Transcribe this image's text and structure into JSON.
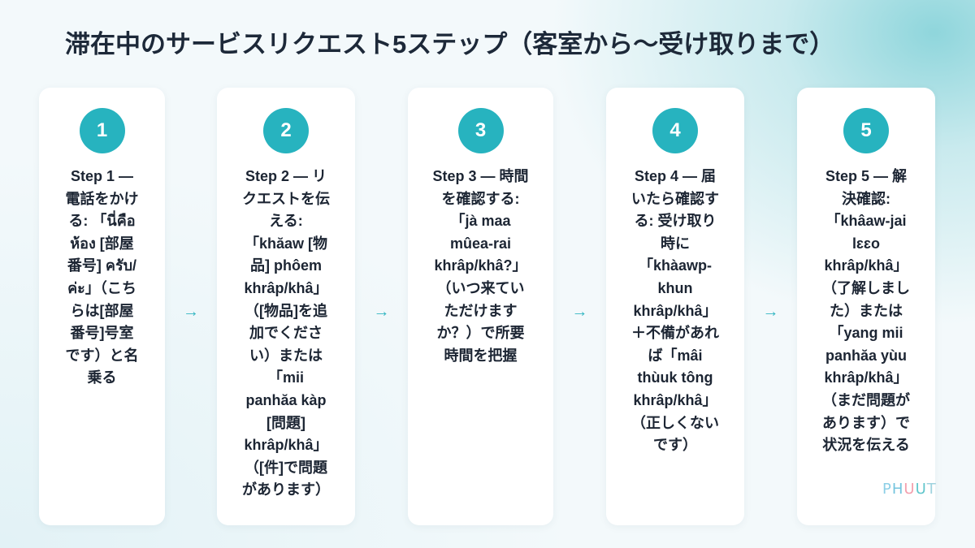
{
  "title": "滞在中のサービスリクエスト5ステップ（客室から〜受け取りまで）",
  "colors": {
    "accent": "#27b3bf",
    "accent_light": "#33b6c2",
    "title_text": "#1d2939",
    "body_text": "#1c2533",
    "card": "#ffffff"
  },
  "connector_symbol": "→",
  "steps": [
    {
      "number": "1",
      "text": "Step 1 — 電話をかける: 「นี่คือห้อง [部屋番号] ครับ/ค่ะ」（こちらは[部屋番号]号室です）と名乗る"
    },
    {
      "number": "2",
      "text": "Step 2 — リクエストを伝える: 「khăaw [物品] phôem khrâp/khâ」（[物品]を追加でください）または「mii panhăa kàp [問題] khrâp/khâ」（[件]で問題があります）"
    },
    {
      "number": "3",
      "text": "Step 3 — 時間を確認する: 「jà maa mûea-rai khrâp/khâ?」（いつ来ていただけますか？）で所要時間を把握"
    },
    {
      "number": "4",
      "text": "Step 4 — 届いたら確認する: 受け取り時に「khàawp-khun khrâp/khâ」＋不備があれば「mâi thùuk tông khrâp/khâ」（正しくないです）"
    },
    {
      "number": "5",
      "text": "Step 5 — 解決確認: 「khâaw-jai lɛɛo khrâp/khâ」（了解しました）または「yang mii panhăa yùu khrâp/khâ」（まだ問題があります）で状況を伝える"
    }
  ],
  "logo": {
    "letters": [
      {
        "char": "P",
        "color": "#8ccfe6"
      },
      {
        "char": "H",
        "color": "#74c4de"
      },
      {
        "char": "U",
        "color": "#f3a0ae"
      },
      {
        "char": "U",
        "color": "#62c6cc"
      },
      {
        "char": "T",
        "color": "#9fd3df"
      }
    ]
  }
}
